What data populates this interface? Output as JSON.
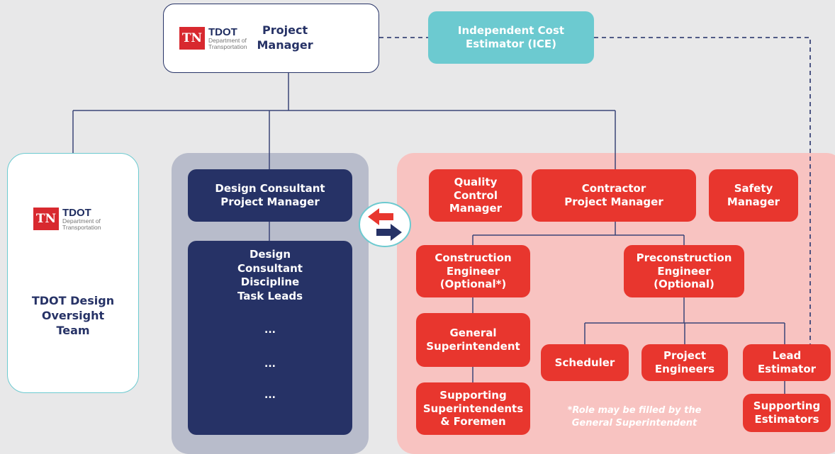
{
  "logo": {
    "badge": "TN",
    "title": "TDOT",
    "subtitle_line1": "Department of",
    "subtitle_line2": "Transportation"
  },
  "top": {
    "project_manager": "Project\nManager",
    "ice": "Independent Cost\nEstimator (ICE)"
  },
  "left": {
    "oversight_team": "TDOT Design\nOversight\nTeam"
  },
  "design": {
    "consultant_pm": "Design Consultant\nProject Manager",
    "task_leads": "Design\nConsultant\nDiscipline\nTask Leads",
    "ellipsis_1": "...",
    "ellipsis_2": "...",
    "ellipsis_3": "..."
  },
  "contractor": {
    "qc_manager": "Quality\nControl\nManager",
    "contractor_pm": "Contractor\nProject Manager",
    "safety_manager": "Safety\nManager",
    "construction_engineer": "Construction\nEngineer\n(Optional*)",
    "preconstruction_engineer": "Preconstruction\nEngineer\n(Optional)",
    "general_superintendent": "General\nSuperintendent",
    "supporting_superintendents": "Supporting\nSuperintendents\n& Foremen",
    "scheduler": "Scheduler",
    "project_engineers": "Project\nEngineers",
    "lead_estimator": "Lead\nEstimator",
    "supporting_estimators": "Supporting\nEstimators",
    "note": "*Role may be filled by the\nGeneral Superintendent"
  },
  "colors": {
    "red": "#e8362e",
    "navy": "#263266",
    "teal": "#6ccad0",
    "pink_panel": "#f8c3c1",
    "gray_panel": "#b8bccb"
  }
}
